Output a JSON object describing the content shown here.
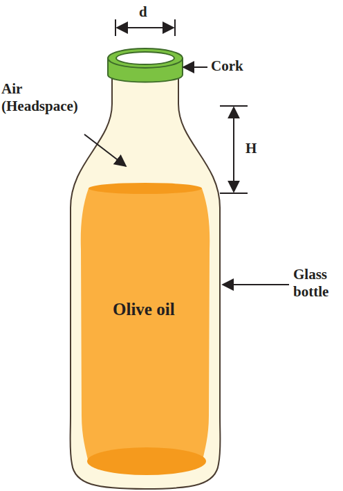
{
  "diagram": {
    "labels": [
      "d",
      "Cork",
      "Air (Headspace)",
      "H",
      "Olive oil",
      "Glass bottle"
    ]
  }
}
